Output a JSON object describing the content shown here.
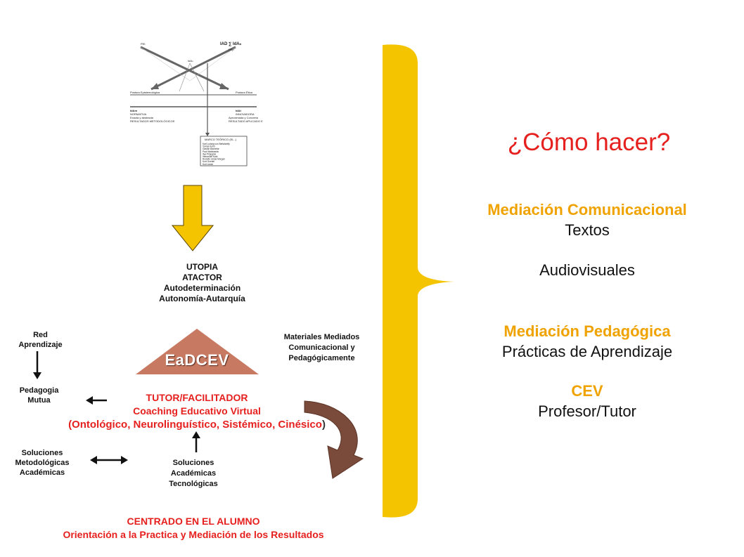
{
  "small_diagram": {
    "top_left": "PEt",
    "top_right": "IAD ∑ IdAₙ",
    "top_right_sub": "PEp",
    "center": "IdAₙ",
    "left_axis": "Postura Epistemológica",
    "right_axis": "Postura Ética",
    "left_bottom": [
      "IdAm",
      "NORMATIVA",
      "Exacta y abstracta",
      "RESULTADOS METODOLÓGICOS"
    ],
    "right_bottom": [
      "IdAt",
      "INNOVADORA",
      "Aproximada y Concreta",
      "RESULTADO APLICADO E"
    ],
    "box_title": "MARCO TEÓRICO (EL..)",
    "box_items": [
      "Karl Ludwig von Bertalanffy",
      "Tomás Kuhn",
      "Gastón Bachelar",
      "Paul Watzlawick",
      "Ilya Prigogine",
      "Immanuel Kant",
      "Rodolfo Llinás Morgan",
      "Kurt Goedel",
      "Kurt Lewin"
    ]
  },
  "utopia_lines": [
    "UTOPIA",
    "ATACTOR",
    "Autodeterminación",
    "Autonomía-Autarquía"
  ],
  "red_aprendizaje": [
    "Red",
    "Aprendizaje"
  ],
  "pedagogia_mutua": [
    "Pedagogia",
    "Mutua"
  ],
  "soluciones_met": [
    "Soluciones",
    "Metodológicas",
    "Académicas"
  ],
  "soluciones_acad": [
    "Soluciones",
    "Académicas",
    "Tecnológicas"
  ],
  "materiales": [
    "Materiales Mediados",
    "Comunicacional y",
    "Pedagógicamente"
  ],
  "eadcev": "EaDCEV",
  "tutor": {
    "line1": "TUTOR/FACILITADOR",
    "line2": "Coaching Educativo Virtual",
    "line3": "(Ontológico, Neurolinguístico, Sistémico, Cinésico",
    "line3_paren": ")"
  },
  "centrado": [
    "CENTRADO EN EL ALUMNO",
    "Orientación a la Practica y Mediación de los Resultados"
  ],
  "right": {
    "title": "¿Cómo hacer?",
    "mc_title": "Mediación Comunicacional",
    "mc_item1": "Textos",
    "mc_item2": "Audiovisuales",
    "mp_title": "Mediación Pedagógica",
    "mp_item1": "Prácticas de Aprendizaje",
    "cev_title": "CEV",
    "cev_item1": "Profesor/Tutor"
  },
  "colors": {
    "red": "#e5201e",
    "orange": "#f0a300",
    "brace": "#f5c400",
    "arrow_fill": "#f5c400",
    "triangle": "#c77a61",
    "curved_arrow": "#7a4a3a"
  }
}
